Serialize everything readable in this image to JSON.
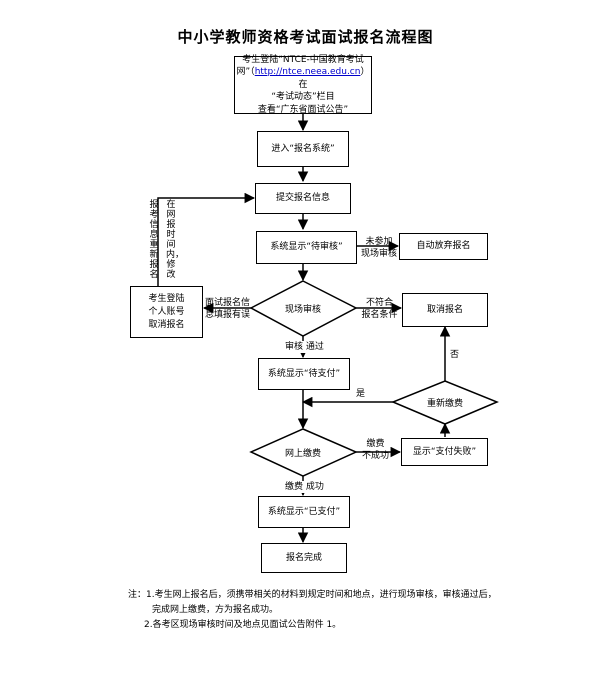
{
  "title": "中小学教师资格考试面试报名流程图",
  "nodes": {
    "start": {
      "line1": "考生登陆“NTCE-中国教育考试",
      "line2_pre": "网”（",
      "line2_link": "http://ntce.neea.edu.cn",
      "line2_post": "）在",
      "line3": "“考试动态”栏目",
      "line4": "查看“广东省面试公告”"
    },
    "enter": "进入“报名系统”",
    "submit": "提交报名信息",
    "pending": "系统显示“待审核”",
    "auto_abandon": "自动放弃报名",
    "onsite": "现场审核",
    "cancel": "取消报名",
    "login_cancel": [
      "考生登陆",
      "个人账号",
      "取消报名"
    ],
    "wait_pay": "系统显示“待支付”",
    "repay": "重新缴费",
    "pay_online": "网上缴费",
    "pay_fail": "显示“支付失败”",
    "paid": "系统显示“已支付”",
    "done": "报名完成"
  },
  "edge_labels": {
    "not_attend_1": "未参加",
    "not_attend_2": "现场审核",
    "not_qualify_1": "不符合",
    "not_qualify_2": "报名条件",
    "info_wrong_1": "面试报名信",
    "info_wrong_2": "息填报有误",
    "audit_pass": "审核 通过",
    "no": "否",
    "yes": "是",
    "pay_fail_1": "缴费",
    "pay_fail_2": "不成功",
    "pay_success": "缴费 成功",
    "vertical_a": "报考信息重新报名",
    "vertical_b": "在网报时间内，修改"
  },
  "notes": {
    "prefix": "注：",
    "line1": "1.考生网上报名后，须携带相关的材料到规定时间和地点，进行现场审核，审核通过后，",
    "line1b": "完成网上缴费，方为报名成功。",
    "line2": "2.各考区现场审核时间及地点见面试公告附件 1。"
  }
}
